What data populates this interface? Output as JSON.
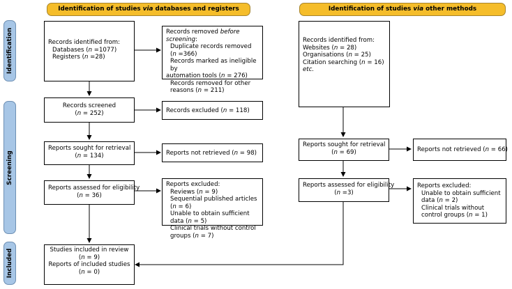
{
  "headers": {
    "left": {
      "pre": "Identification of studies ",
      "em": "via",
      "post": " databases and registers"
    },
    "right": {
      "pre": "Identification of studies ",
      "em": "via",
      "post": " other methods"
    }
  },
  "phases": {
    "identification": "Identification",
    "screening": "Screening",
    "included": "Included"
  },
  "boxes": {
    "records_identified": {
      "title": "Records identified from:",
      "databases": {
        "pre": "Databases (",
        "n": "n",
        "post": " =1077)"
      },
      "registers": {
        "pre": "Registers (",
        "n": "n",
        "post": " =28)"
      }
    },
    "records_removed": {
      "title_pre": "Records removed ",
      "title_em": "before screening",
      "title_post": ":",
      "dup": {
        "pre": "Duplicate records removed  (",
        "n": "n",
        "post": " =366)"
      },
      "ineligible_1": "Records marked as ineligible by",
      "ineligible_2": {
        "pre": "automation tools (",
        "n": "n",
        "post": " = 276)"
      },
      "other": {
        "pre": "Records removed for other reasons (",
        "n": "n",
        "post": " = 211)"
      }
    },
    "records_screened": {
      "title": "Records screened",
      "count": {
        "pre": "(",
        "n": "n",
        "post": " = 252)"
      }
    },
    "records_excluded": {
      "pre": "Records excluded (",
      "n": "n",
      "post": " = 118)"
    },
    "reports_sought": {
      "title": "Reports sought for retrieval",
      "count": {
        "pre": "(",
        "n": "n",
        "post": " = 134)"
      }
    },
    "reports_not_retrieved": {
      "pre": "Reports not retrieved (",
      "n": "n",
      "post": " = 98)"
    },
    "reports_assessed": {
      "title": "Reports assessed for eligibility",
      "count": {
        "pre": "(",
        "n": "n",
        "post": " = 36)"
      }
    },
    "reports_excluded": {
      "title": "Reports excluded:",
      "reviews": {
        "pre": "Reviews (",
        "n": "n",
        "post": " = 9)"
      },
      "sequential": {
        "pre": "Sequential published articles (",
        "n": "n",
        "post": " = 6)"
      },
      "unable": {
        "pre": "Unable to obtain sufficient data (",
        "n": "n",
        "post": " = 5)"
      },
      "clinical": {
        "pre": "Clinical trials without control groups (",
        "n": "n",
        "post": " = 7)"
      }
    },
    "studies_included": {
      "title": "Studies included in review",
      "count": {
        "pre": "(",
        "n": "n",
        "post": " = 9)"
      },
      "reports_title": "Reports of included studies",
      "reports_count": {
        "pre": "(",
        "n": "n",
        "post": " = 0)"
      }
    },
    "other_identified": {
      "title": "Records identified from:",
      "websites": {
        "pre": "Websites (",
        "n": "n",
        "post": " = 28)"
      },
      "organisations": {
        "pre": "Organisations (",
        "n": "n",
        "post": " = 25)"
      },
      "citation": {
        "pre": "Citation searching (",
        "n": "n",
        "post": " = 16)"
      },
      "etc": "etc."
    },
    "other_sought": {
      "title": "Reports sought for retrieval",
      "count": {
        "pre": "(",
        "n": "n",
        "post": " = 69)"
      }
    },
    "other_not_retrieved": {
      "pre": "Reports not retrieved (",
      "n": "n",
      "post": " = 66)"
    },
    "other_assessed": {
      "title": "Reports assessed for eligibility",
      "count": {
        "pre": "(",
        "n": "n",
        "post": " =3)"
      }
    },
    "other_excluded": {
      "title": "Reports excluded:",
      "unable": {
        "pre": "Unable to obtain sufficient data (",
        "n": "n",
        "post": " = 2)"
      },
      "clinical": {
        "pre": "Clinical trials without control groups (",
        "n": "n",
        "post": " = 1)"
      }
    }
  }
}
